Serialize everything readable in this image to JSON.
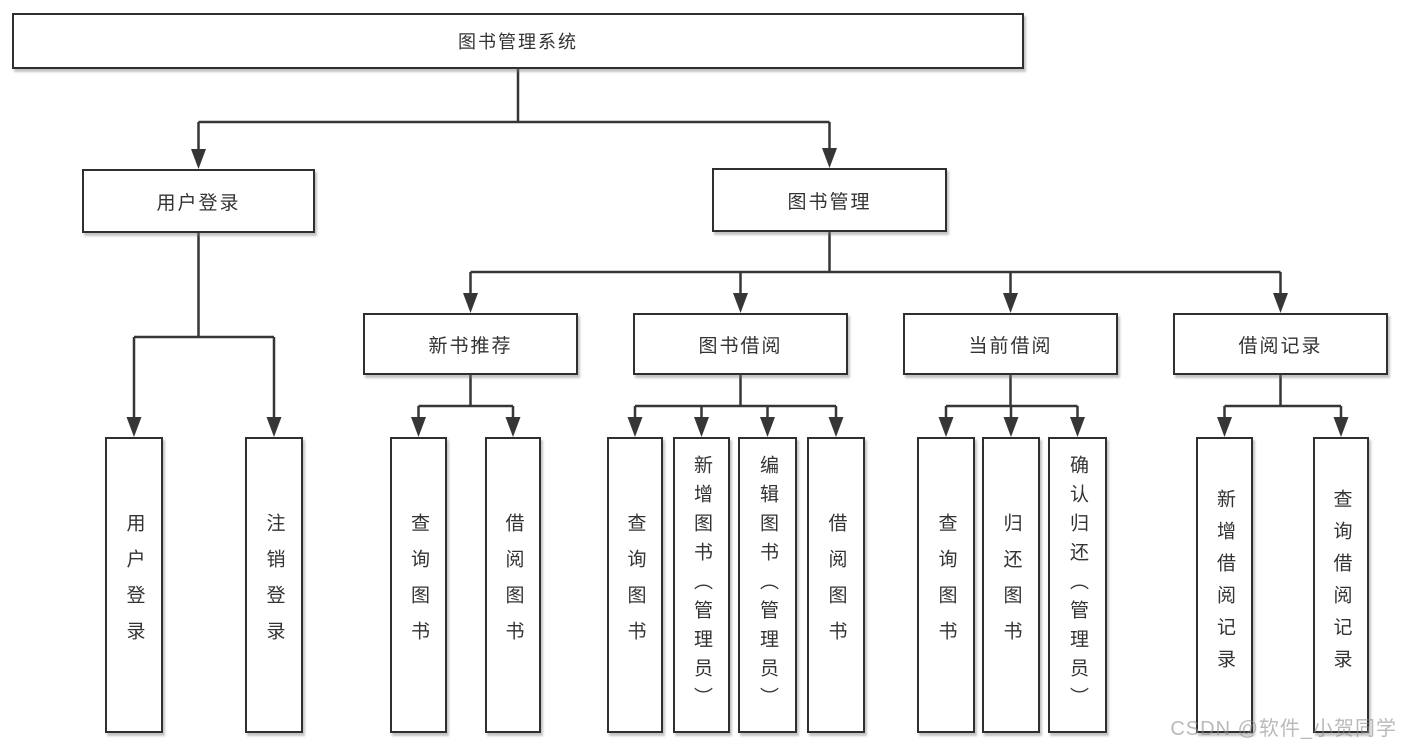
{
  "root": {
    "label": "图书管理系统"
  },
  "branches": [
    {
      "label": "用户登录",
      "leaves": [
        {
          "label": "用户登录"
        },
        {
          "label": "注销登录"
        }
      ]
    },
    {
      "label": "图书管理",
      "sections": [
        {
          "label": "新书推荐",
          "leaves": [
            {
              "label": "查询图书"
            },
            {
              "label": "借阅图书"
            }
          ]
        },
        {
          "label": "图书借阅",
          "leaves": [
            {
              "label": "查询图书"
            },
            {
              "label": "新增图书（管理员）"
            },
            {
              "label": "编辑图书（管理员）"
            },
            {
              "label": "借阅图书"
            }
          ]
        },
        {
          "label": "当前借阅",
          "leaves": [
            {
              "label": "查询图书"
            },
            {
              "label": "归还图书"
            },
            {
              "label": "确认归还（管理员）"
            }
          ]
        },
        {
          "label": "借阅记录",
          "leaves": [
            {
              "label": "新增借阅记录"
            },
            {
              "label": "查询借阅记录"
            }
          ]
        }
      ]
    }
  ],
  "watermark": {
    "text": "CSDN @软件_小贺同学"
  },
  "colors": {
    "line": "#363636",
    "box_border": "#2f2f2f",
    "text": "#333333",
    "watermark": "#8c8c8c",
    "background": "#ffffff"
  }
}
